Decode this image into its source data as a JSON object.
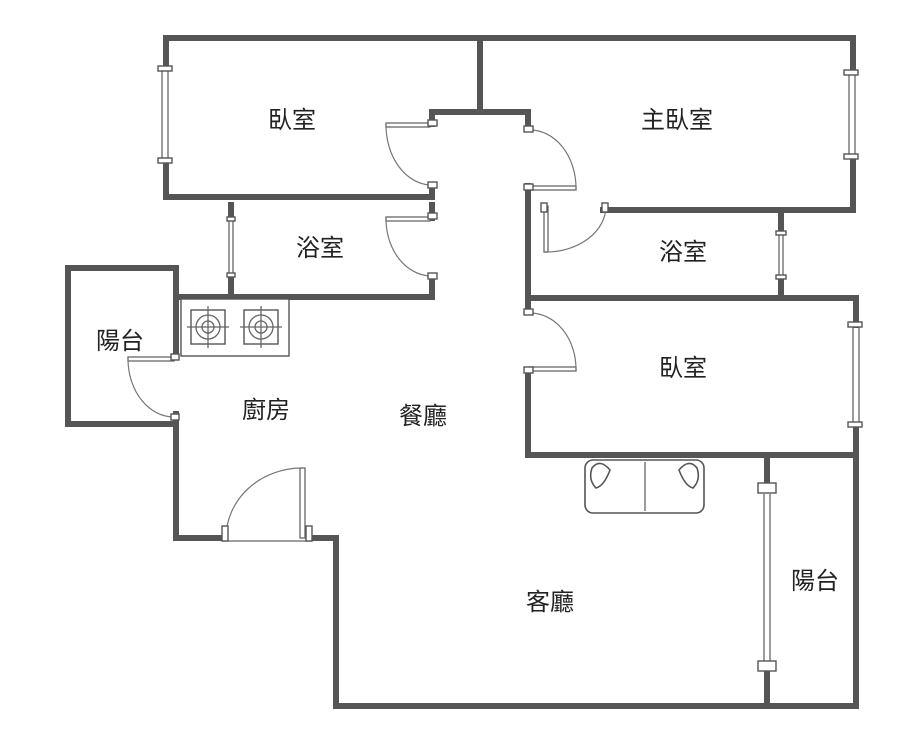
{
  "colors": {
    "wall": "#555555",
    "fixture": "#666666",
    "text": "#222222",
    "background": "#ffffff"
  },
  "rooms": {
    "bedroom_top_left": "臥室",
    "master_bedroom": "主臥室",
    "bathroom_left": "浴室",
    "bathroom_right": "浴室",
    "balcony_left": "陽台",
    "kitchen": "廚房",
    "dining": "餐廳",
    "bedroom_right": "臥室",
    "living": "客廳",
    "balcony_right": "陽台"
  },
  "fixtures": [
    "stove-icon",
    "sofa-icon",
    "door-icon",
    "window-icon"
  ]
}
